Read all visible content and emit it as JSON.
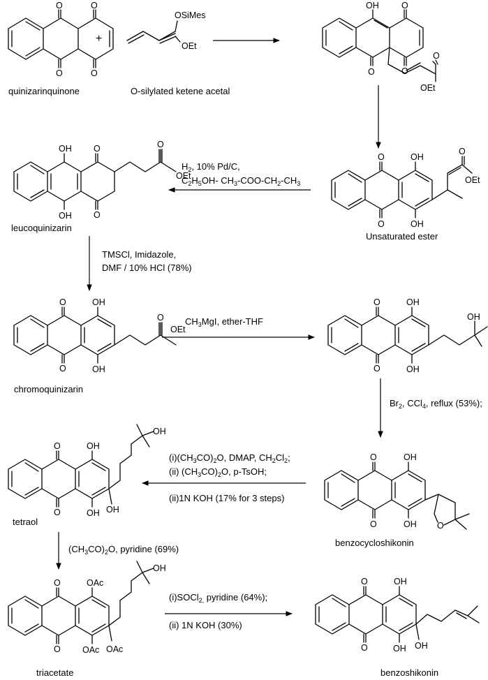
{
  "compounds": {
    "quinizarinquinone": "quinizarinquinone",
    "ketene": "O-silylated ketene acetal",
    "unsat_ester": "Unsaturated ester",
    "leuco": "leucoquinizarin",
    "chromo": "chromoquinizarin",
    "benzocyclo": "benzocycloshikonin",
    "tetraol": "tetraol",
    "triacetate": "triacetate",
    "benzoshikonin": "benzoshikonin"
  },
  "plus": "+",
  "atoms": {
    "O": "O",
    "OH": "OH",
    "OEt": "OEt",
    "OSiMes": "OSiMes",
    "OAc": "OAc"
  },
  "conditions": {
    "hydrogenation_1_pre": "H",
    "hydrogenation_1_sub": "2",
    "hydrogenation_1_post": ", 10% Pd/C,",
    "hydrogenation_2_pre": "C",
    "hydrogenation_2_sub1": "2",
    "hydrogenation_2_mid": "H",
    "hydrogenation_2_sub2": "5",
    "hydrogenation_2_post": "OH-  CH",
    "hydrogenation_2_sub3": "3",
    "hydrogenation_2_tail": "-COO-CH",
    "hydrogenation_2_sub4": "2",
    "hydrogenation_2_tail2": "-CH",
    "hydrogenation_2_sub5": "3",
    "tmscl_1": "TMSCl, Imidazole,",
    "tmscl_2": "DMF / 10% HCl (78%)",
    "grignard_pre": "CH",
    "grignard_sub": "3",
    "grignard_post": "MgI, ether-THF",
    "bromo_pre": "Br",
    "bromo_sub1": "2",
    "bromo_mid": ", CCl",
    "bromo_sub2": "4",
    "bromo_post": ", reflux (53%);",
    "acyl_1_pre": "(i)(CH",
    "acyl_1_sub1": "3",
    "acyl_1_mid": "CO)",
    "acyl_1_sub2": "2",
    "acyl_1_post": "O, DMAP, CH",
    "acyl_1_sub3": "2",
    "acyl_1_mid2": "Cl",
    "acyl_1_sub4": "2",
    "acyl_1_tail": ";",
    "acyl_2_pre": "(ii) (CH",
    "acyl_2_sub1": "3",
    "acyl_2_mid": "CO)",
    "acyl_2_sub2": "2",
    "acyl_2_post": "O, p-TsOH;",
    "acyl_3": "(ii)1N KOH (17% for 3 steps)",
    "acet_pre": "(CH",
    "acet_sub1": "3",
    "acet_mid": "CO)",
    "acet_sub2": "2",
    "acet_post": "O,  pyridine (69%)",
    "socl_1_pre": "(i)SOCl",
    "socl_1_sub": "2,",
    "socl_1_post": " pyridine (64%);",
    "socl_2": "(ii) 1N KOH (30%)"
  }
}
